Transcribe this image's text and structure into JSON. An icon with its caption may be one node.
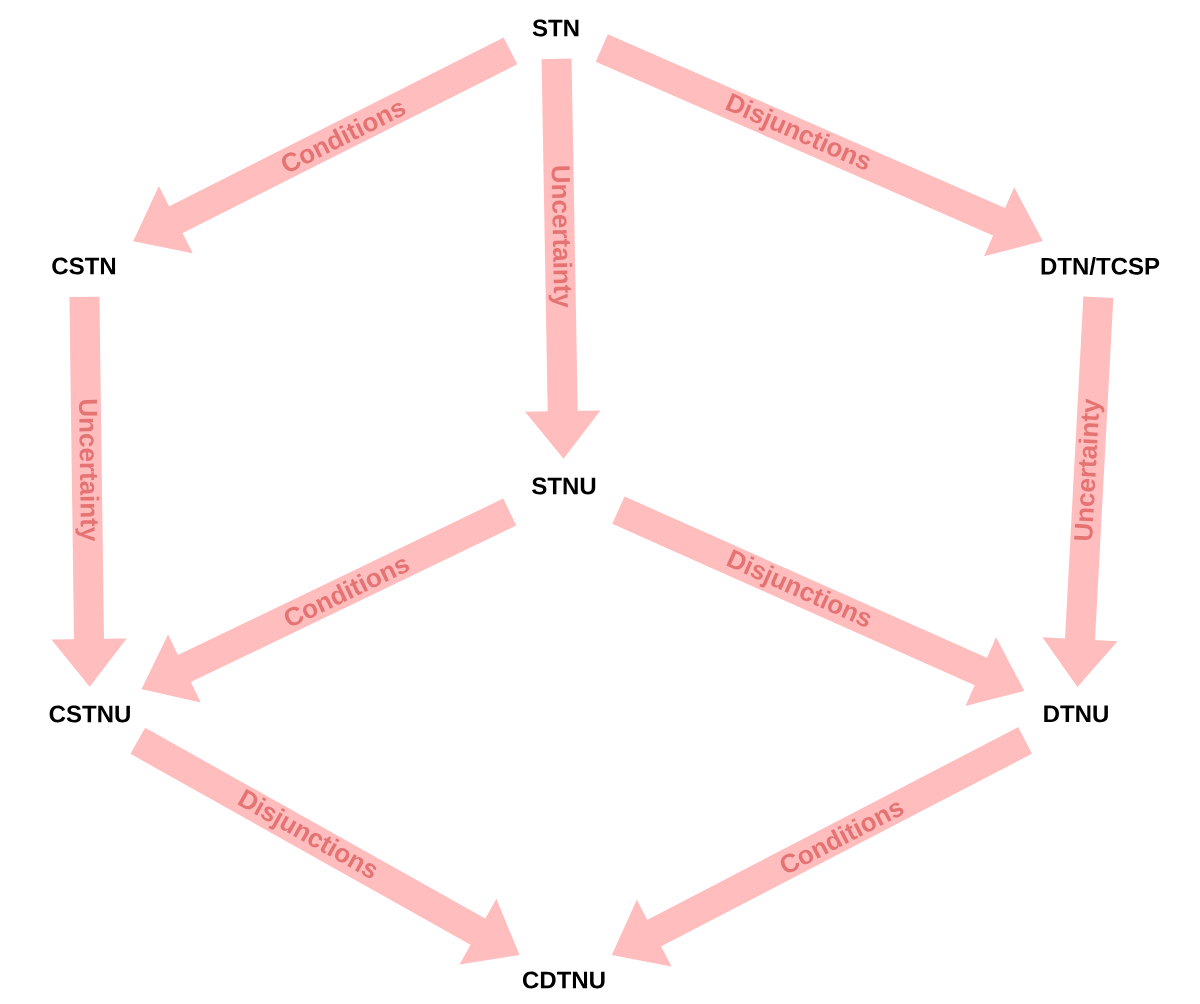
{
  "diagram": {
    "nodes": [
      {
        "text": [
          "STN"
        ]
      },
      {
        "text": [
          "CSTN"
        ]
      },
      {
        "text": [
          "DTN/TCSP"
        ]
      },
      {
        "text": [
          "STNU"
        ]
      },
      {
        "text": [
          "CSTNU"
        ]
      },
      {
        "text": [
          "DTNU"
        ]
      },
      {
        "text": [
          "CDTNU"
        ]
      }
    ],
    "edges": [
      {
        "from": 0,
        "to": 1,
        "arrow": "to",
        "label": "Conditions"
      },
      {
        "from": 0,
        "to": 3,
        "arrow": "to",
        "label": "Uncertainty"
      },
      {
        "from": 0,
        "to": 2,
        "arrow": "to",
        "label": "Disjunctions"
      },
      {
        "from": 1,
        "to": 4,
        "arrow": "to",
        "label": "Uncertainty"
      },
      {
        "from": 2,
        "to": 5,
        "arrow": "to",
        "label": "Uncertainty"
      },
      {
        "from": 3,
        "to": 4,
        "arrow": "to",
        "label": "Conditions"
      },
      {
        "from": 3,
        "to": 5,
        "arrow": "to",
        "label": "Disjunctions"
      },
      {
        "from": 4,
        "to": 6,
        "arrow": "to",
        "label": "Disjunctions"
      },
      {
        "from": 5,
        "to": 6,
        "arrow": "to",
        "label": "Conditions"
      }
    ]
  }
}
